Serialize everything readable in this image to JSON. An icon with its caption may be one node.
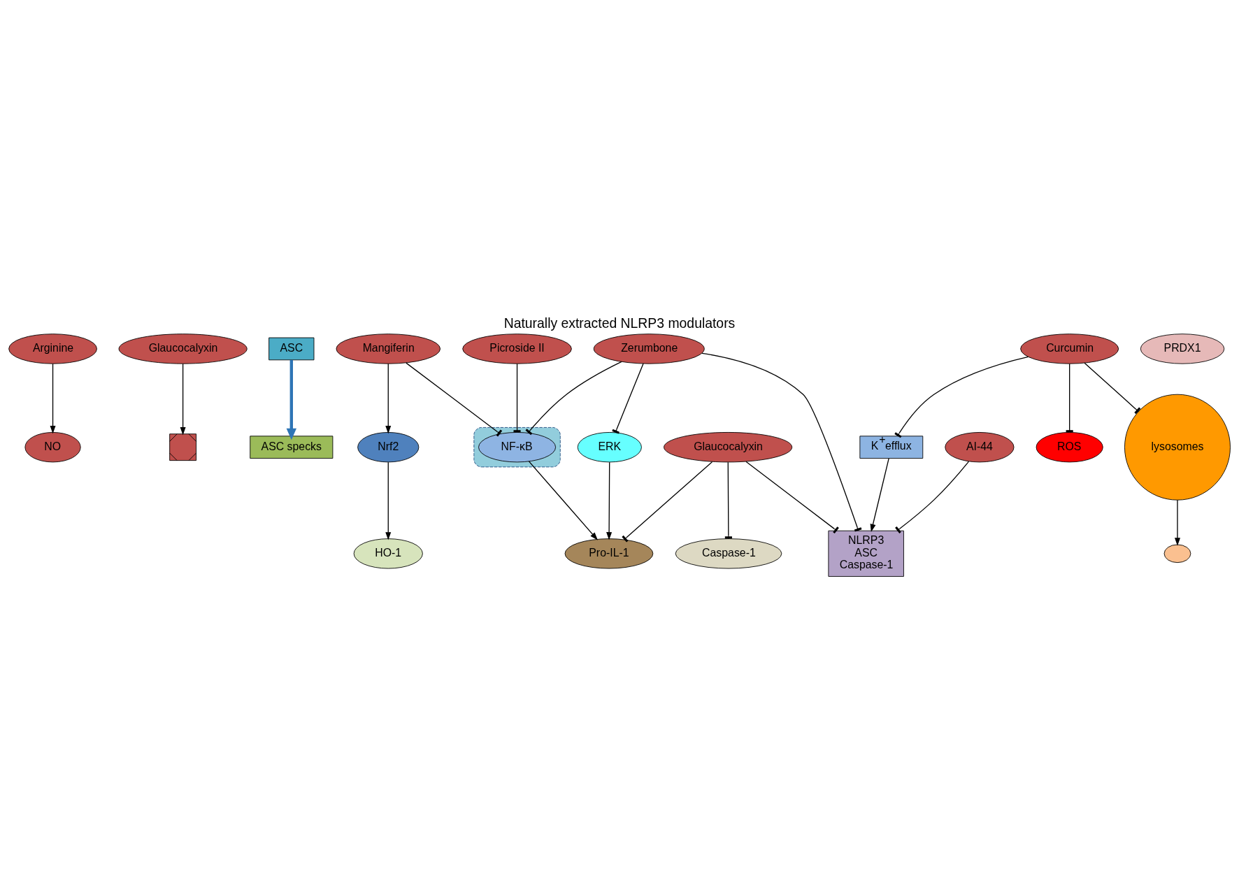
{
  "diagram": {
    "title": "Naturally extracted NLRP3 modulators",
    "nodes": [
      {
        "text": [
          "Arginine"
        ]
      },
      {
        "text": [
          "NO"
        ]
      },
      {
        "text": [
          "Glaucocalyxin"
        ]
      },
      {
        "text": [],
        "shape": "cross"
      },
      {
        "text": [
          "ASC"
        ]
      },
      {
        "text": [
          "ASC specks"
        ]
      },
      {
        "text": [
          "HO-1"
        ]
      },
      {
        "text": [
          "Nrf2"
        ]
      },
      {
        "text": [
          "Curcumin"
        ]
      },
      {
        "text": [
          "ROS"
        ]
      },
      {
        "text": [
          "lysosomes"
        ]
      },
      {
        "text": [
          "K$^{+}$efflux"
        ]
      },
      {
        "text": [],
        "shape": "ellipse"
      },
      {
        "text": [],
        "shape": "ellipse"
      },
      {
        "text": [
          "NF-κB"
        ],
        "in": 13
      },
      {
        "text": [
          "Mangiferin"
        ]
      },
      {
        "text": [
          "Picroside II"
        ]
      },
      {
        "text": [
          "Zerumbone"
        ]
      },
      {
        "text": [
          "Pro-IL-1"
        ]
      },
      {
        "text": [
          "Caspase-1"
        ]
      },
      {
        "text": [
          "NLRP3",
          "ASC",
          "Caspase-1"
        ]
      },
      {
        "text": [
          "ERK"
        ]
      },
      {
        "text": [
          "PRDX1"
        ]
      },
      {
        "text": [
          "AI-44"
        ]
      },
      {
        "text": [
          "Glaucocalyxin"
        ]
      }
    ],
    "edges": [
      {
        "from": 0,
        "to": 1,
        "arrow": "to"
      },
      {
        "from": 2,
        "to": 3,
        "arrow": "to"
      },
      {
        "from": 4,
        "to": 5,
        "arrow": "to",
        "style": "thick",
        "color": "#2e75b6"
      },
      {
        "from": 15,
        "to": 7,
        "arrow": "to"
      },
      {
        "from": 7,
        "to": 6,
        "arrow": "to"
      },
      {
        "from": 8,
        "to": 9,
        "arrow": "other"
      },
      {
        "from": 8,
        "to": 10,
        "arrow": "other"
      },
      {
        "from": 8,
        "to": 11,
        "arrow": "other"
      },
      {
        "from": 10,
        "to": 12,
        "arrow": "to"
      },
      {
        "from": 11,
        "to": 20,
        "arrow": "to"
      },
      {
        "from": 15,
        "to": 14,
        "arrow": "other"
      },
      {
        "from": 16,
        "to": 14,
        "arrow": "other"
      },
      {
        "from": 17,
        "to": 14,
        "arrow": "other"
      },
      {
        "from": 14,
        "to": 18,
        "arrow": "to"
      },
      {
        "from": 17,
        "to": 20,
        "arrow": "other"
      },
      {
        "from": 17,
        "to": 21,
        "arrow": "other"
      },
      {
        "from": 21,
        "to": 18,
        "arrow": "to"
      },
      {
        "from": 24,
        "to": 18,
        "arrow": "other"
      },
      {
        "from": 24,
        "to": 19,
        "arrow": "other"
      },
      {
        "from": 24,
        "to": 20,
        "arrow": "other"
      },
      {
        "from": 23,
        "to": 20,
        "arrow": "other"
      }
    ]
  }
}
